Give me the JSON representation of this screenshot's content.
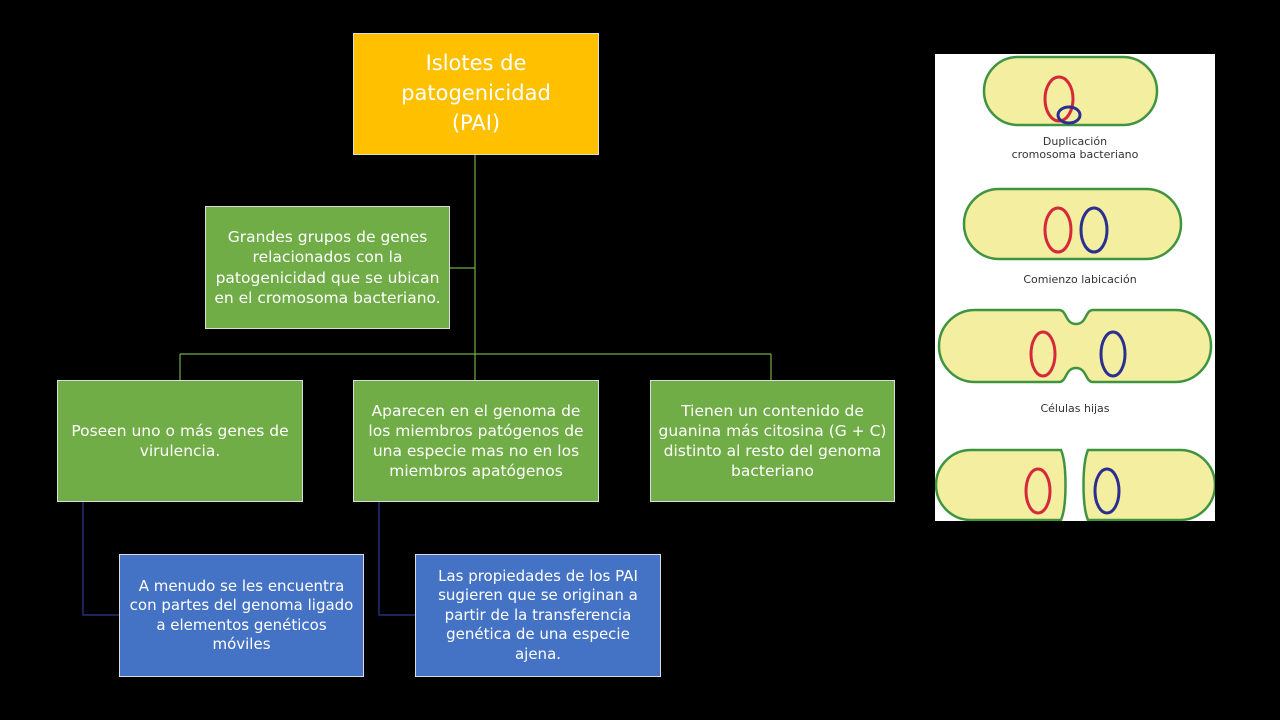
{
  "diagram": {
    "root": {
      "text": "Islotes de\npatogenicidad\n(PAI)",
      "color": "#ffc000"
    },
    "definition": {
      "text": "Grandes grupos de genes relacionados con la patogenicidad que se ubican en el cromosoma bacteriano.",
      "color": "#70ad47"
    },
    "features": [
      {
        "text": "Poseen uno o más genes de virulencia.",
        "color": "#70ad47"
      },
      {
        "text": "Aparecen en el genoma de los miembros patógenos de una especie mas no en los miembros apatógenos",
        "color": "#70ad47"
      },
      {
        "text": "Tienen un contenido de guanina más citosina (G + C) distinto al resto del genoma bacteriano",
        "color": "#70ad47"
      }
    ],
    "details": [
      {
        "text": "A menudo se les encuentra con partes del genoma ligado a elementos genéticos móviles",
        "color": "#4472c4"
      },
      {
        "text": "Las propiedades de los PAI sugieren que se originan a partir de la transferencia genética de una especie ajena.",
        "color": "#4472c4"
      }
    ],
    "connector_colors": {
      "root": "#70ad47",
      "details": "#2f3a8f"
    }
  },
  "illustration": {
    "captions": {
      "duplication_line1": "Duplicación",
      "duplication_line2": "cromosoma bacteriano",
      "start": "Comienzo labicación",
      "daughters": "Células hijas"
    },
    "colors": {
      "cell_fill": "#f3eea0",
      "cell_border": "#3f9440",
      "chromosome_a": "#d6283a",
      "chromosome_b": "#2b2f8f"
    }
  }
}
